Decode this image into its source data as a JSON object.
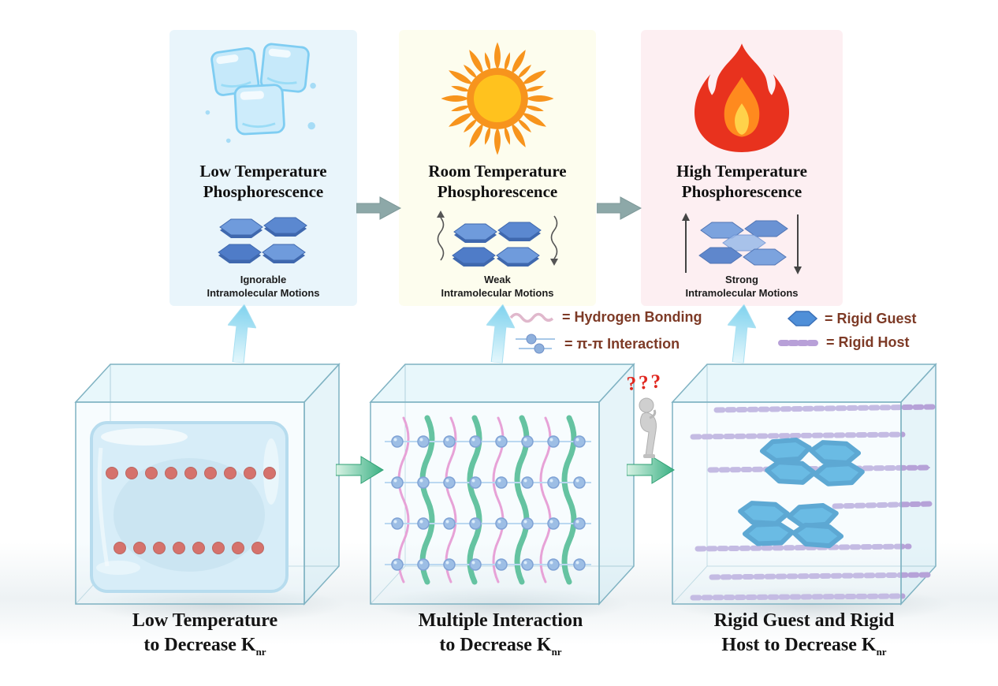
{
  "panels": [
    {
      "title1": "Low Temperature",
      "title2": "Phosphorescence",
      "motion1": "Ignorable",
      "motion2": "Intramolecular Motions"
    },
    {
      "title1": "Room Temperature",
      "title2": "Phosphorescence",
      "motion1": "Weak",
      "motion2": "Intramolecular Motions"
    },
    {
      "title1": "High Temperature",
      "title2": "Phosphorescence",
      "motion1": "Strong",
      "motion2": "Intramolecular Motions"
    }
  ],
  "legend": {
    "hydrogen_bonding": "= Hydrogen Bonding",
    "pi_pi": "= π-π Interaction",
    "rigid_guest": "= Rigid Guest",
    "rigid_host": "= Rigid Host"
  },
  "thinker": {
    "question_marks": "???"
  },
  "captions": [
    {
      "line1": "Low Temperature",
      "line2": "to Decrease K",
      "sub": "nr"
    },
    {
      "line1": "Multiple Interaction",
      "line2": "to Decrease K",
      "sub": "nr"
    },
    {
      "line1": "Rigid Guest and Rigid",
      "line2": "Host to Decrease K",
      "sub": "nr"
    }
  ],
  "colors": {
    "panel_low_bg": "#e9f5fb",
    "panel_room_bg": "#fdfdee",
    "panel_high_bg": "#fdeff2",
    "legend_text": "#7d3a26",
    "title_text": "#101010",
    "red_dots": "#cf3a2e",
    "green_polymer": "#2fae7a",
    "pink_polymer": "#e87fc8",
    "blue_bead": "#7fa6dc",
    "rigid_guest_blue": "#35a2da",
    "rigid_host_purple": "#b6a2d8",
    "arrow_blue": "#8fd8f0",
    "arrow_green": "#3bb184",
    "arrow_gray": "#8da8a8"
  }
}
